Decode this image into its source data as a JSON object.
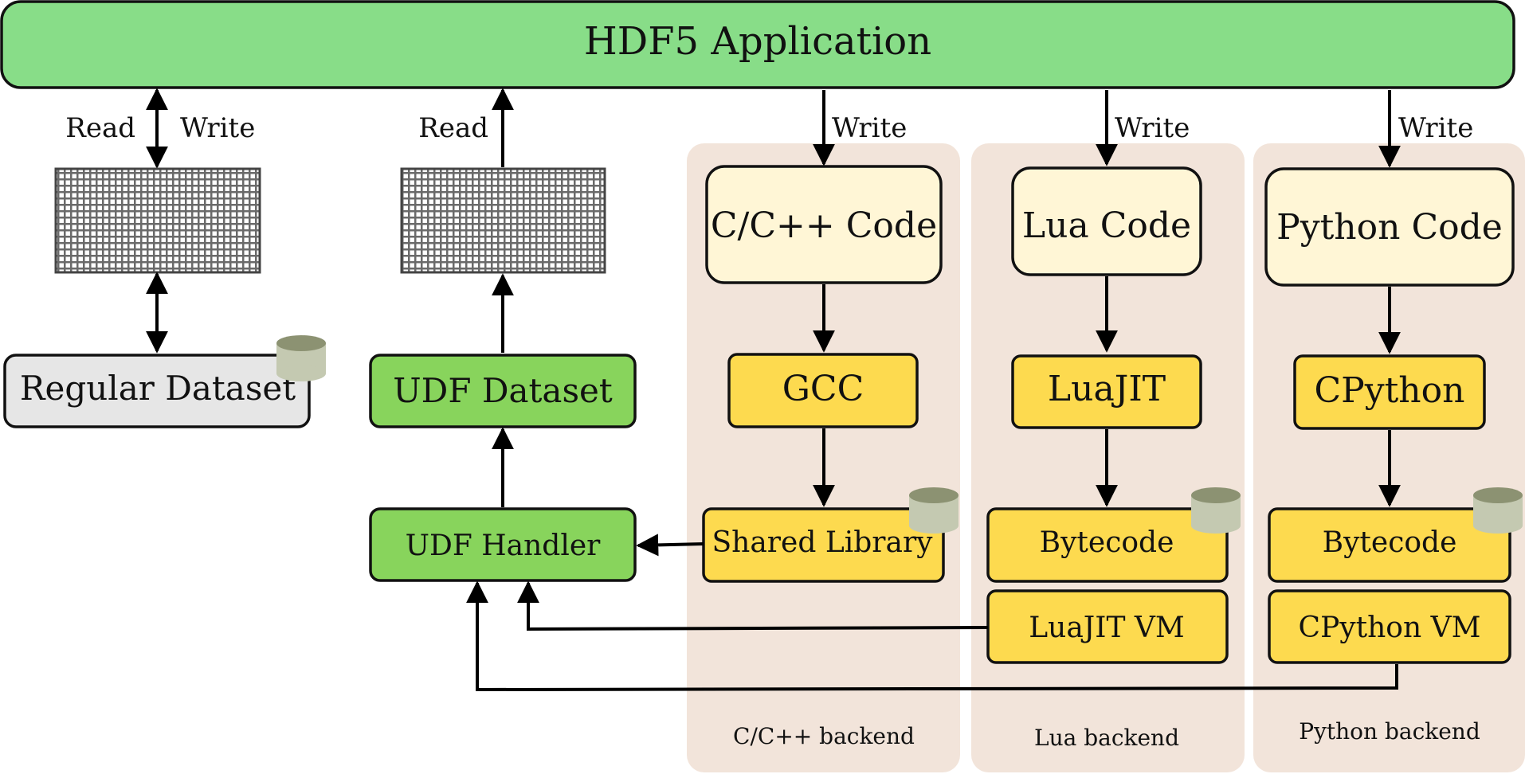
{
  "app": {
    "title": "HDF5 Application"
  },
  "arrows": {
    "read": "Read",
    "write": "Write"
  },
  "grids": {
    "icon": "data-grid-icon"
  },
  "datasets": {
    "regular": "Regular Dataset",
    "udf": "UDF Dataset",
    "handler": "UDF Handler",
    "storage_icon": "database-cylinder-icon"
  },
  "backends": {
    "c": {
      "code": "C/C++ Code",
      "compiler": "GCC",
      "artifact": "Shared Library",
      "label": "C/C++ backend"
    },
    "lua": {
      "code": "Lua Code",
      "compiler": "LuaJIT",
      "artifact": "Bytecode",
      "vm": "LuaJIT VM",
      "label": "Lua backend"
    },
    "python": {
      "code": "Python Code",
      "compiler": "CPython",
      "artifact": "Bytecode",
      "vm": "CPython VM",
      "label": "Python backend"
    }
  },
  "colors": {
    "app_green": "#88DD88",
    "udf_green": "#88D45C",
    "gray_box": "#E6E6E6",
    "cream": "#FFF6D6",
    "yellow": "#FDDA4F",
    "panel": "#F2E4DA",
    "cylinder": "#C4C9B1",
    "cylinder_top": "#8C9272"
  }
}
